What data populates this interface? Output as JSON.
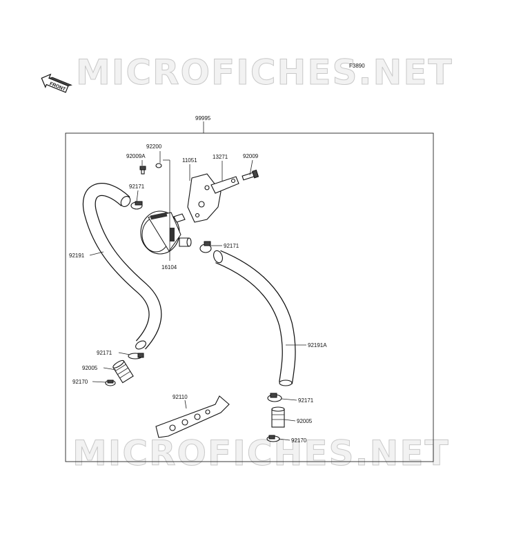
{
  "figure_code": "F3890",
  "front_label": "FRONT",
  "watermark_text": "MICROFICHES.NET",
  "assembly_label": "99995",
  "callouts": {
    "p92200": "92200",
    "p92009A": "92009A",
    "p11051": "11051",
    "p13271": "13271",
    "p92009": "92009",
    "p92171_top": "92171",
    "p92171_mid": "92171",
    "p16104": "16104",
    "p92191": "92191",
    "p92191A": "92191A",
    "p92171_left": "92171",
    "p92005_left": "92005",
    "p92170_left": "92170",
    "p92110": "92110",
    "p92171_right": "92171",
    "p92005_right": "92005",
    "p92170_right": "92170"
  }
}
